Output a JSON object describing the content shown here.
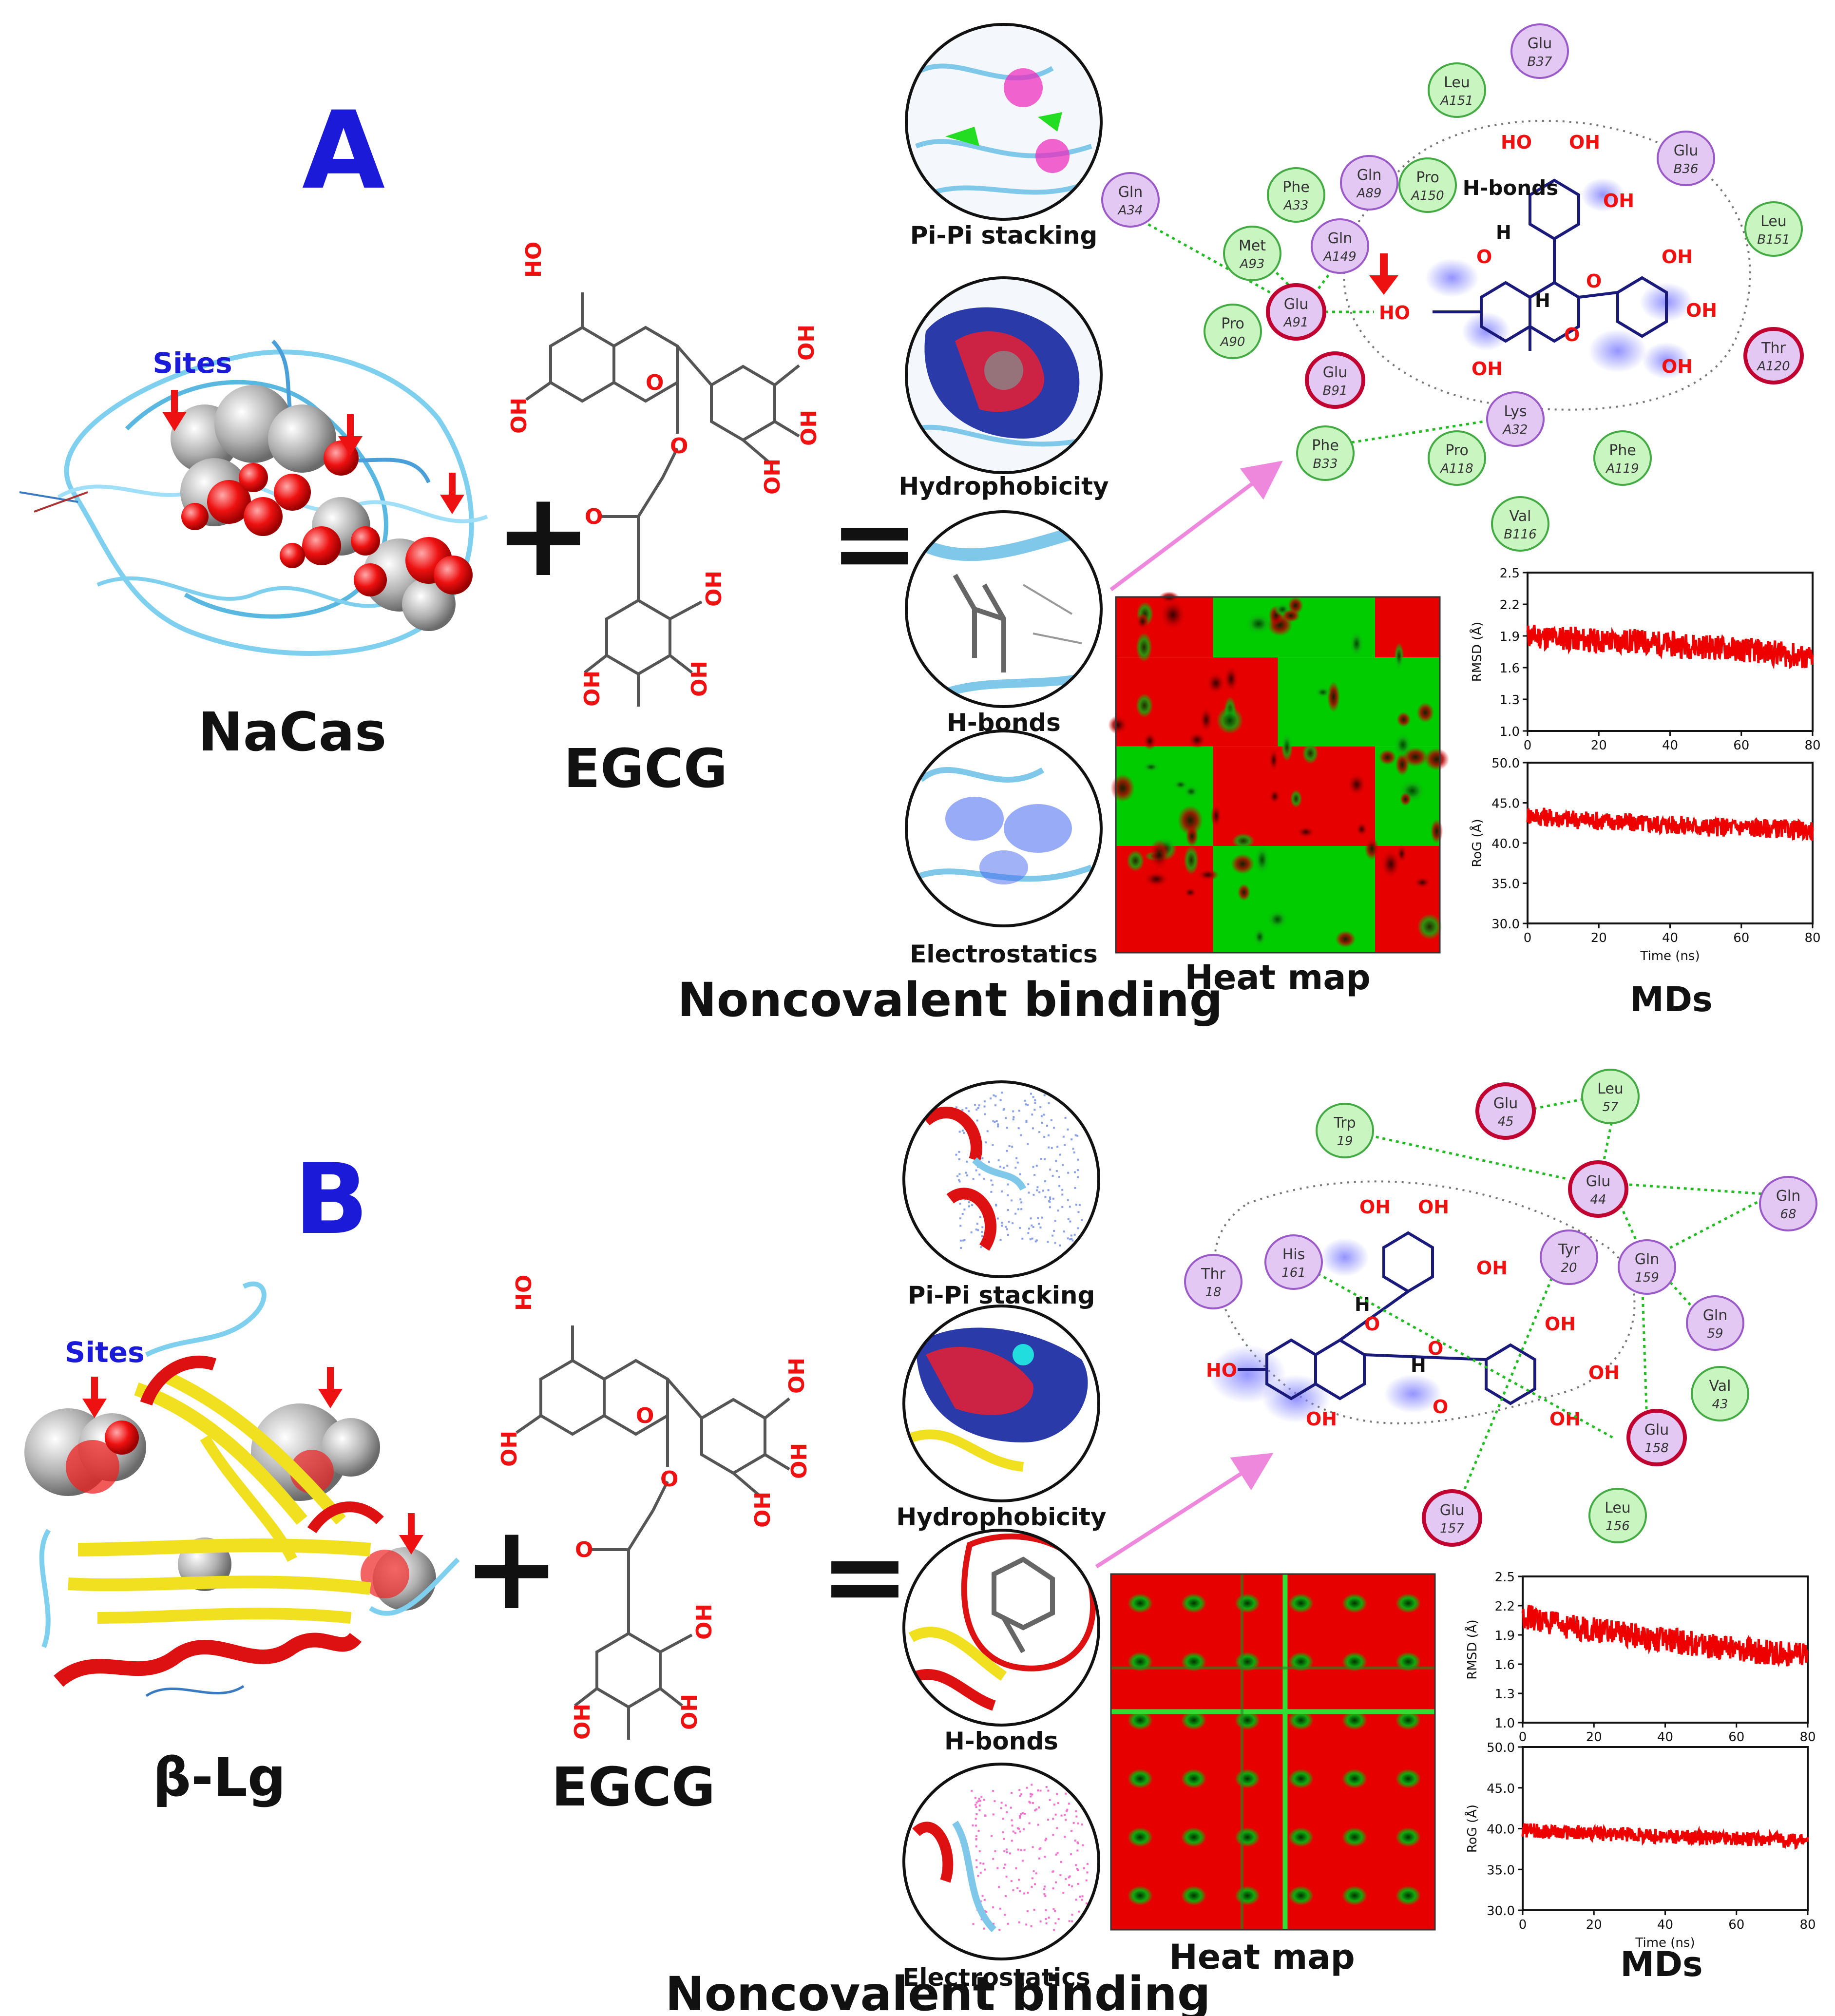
{
  "colors": {
    "panel_letter": "#1a1ad8",
    "sites_label": "#1a1ad8",
    "arrow_red": "#ee1111",
    "heat_red": "#e60000",
    "heat_green": "#00cc00",
    "md_line": "#ee0000",
    "residue_green_fill": "#c8f5c0",
    "residue_green_stroke": "#44aa44",
    "residue_purple_fill": "#e4c8f4",
    "residue_purple_stroke": "#9a5ac8",
    "residue_red_stroke": "#c00030",
    "hbond_dash": "#22bb22",
    "link_arrow": "#ee88dd",
    "oh_red": "#ee1111"
  },
  "panels": [
    {
      "letter": "A",
      "protein_name": "NaCas",
      "sites_label": "Sites",
      "plus": "+",
      "ligand_name": "EGCG",
      "equals": "=",
      "interactions": [
        "Pi-Pi stacking",
        "Hydrophobicity",
        "H-bonds",
        "Electrostatics"
      ],
      "section_title": "Noncovalent binding",
      "heatmap_label": "Heat map",
      "md_label": "MDs",
      "hbond_label": "H-bonds",
      "residues": [
        {
          "name": "Glu",
          "num": "B37",
          "kind": "purple"
        },
        {
          "name": "Leu",
          "num": "A151",
          "kind": "green"
        },
        {
          "name": "Glu",
          "num": "B36",
          "kind": "purple"
        },
        {
          "name": "Gln",
          "num": "A34",
          "kind": "purple"
        },
        {
          "name": "Phe",
          "num": "A33",
          "kind": "green"
        },
        {
          "name": "Gln",
          "num": "A89",
          "kind": "purple"
        },
        {
          "name": "Pro",
          "num": "A150",
          "kind": "green"
        },
        {
          "name": "Leu",
          "num": "B151",
          "kind": "green"
        },
        {
          "name": "Met",
          "num": "A93",
          "kind": "green"
        },
        {
          "name": "Gln",
          "num": "A149",
          "kind": "purple"
        },
        {
          "name": "Glu",
          "num": "A91",
          "kind": "red"
        },
        {
          "name": "Pro",
          "num": "A90",
          "kind": "green"
        },
        {
          "name": "Glu",
          "num": "B91",
          "kind": "red"
        },
        {
          "name": "Thr",
          "num": "A120",
          "kind": "red"
        },
        {
          "name": "Lys",
          "num": "A32",
          "kind": "purple"
        },
        {
          "name": "Phe",
          "num": "B33",
          "kind": "green"
        },
        {
          "name": "Pro",
          "num": "A118",
          "kind": "green"
        },
        {
          "name": "Phe",
          "num": "A119",
          "kind": "green"
        },
        {
          "name": "Val",
          "num": "B116",
          "kind": "green"
        }
      ]
    },
    {
      "letter": "B",
      "protein_name": "β-Lg",
      "sites_label": "Sites",
      "plus": "+",
      "ligand_name": "EGCG",
      "equals": "=",
      "interactions": [
        "Pi-Pi stacking",
        "Hydrophobicity",
        "H-bonds",
        "Electrostatics"
      ],
      "section_title": "Noncovalent binding",
      "heatmap_label": "Heat map",
      "md_label": "MDs",
      "residues": [
        {
          "name": "Leu",
          "num": "57",
          "kind": "green"
        },
        {
          "name": "Glu",
          "num": "45",
          "kind": "red"
        },
        {
          "name": "Trp",
          "num": "19",
          "kind": "green"
        },
        {
          "name": "Glu",
          "num": "44",
          "kind": "red"
        },
        {
          "name": "Gln",
          "num": "68",
          "kind": "purple"
        },
        {
          "name": "Thr",
          "num": "18",
          "kind": "purple"
        },
        {
          "name": "His",
          "num": "161",
          "kind": "purple"
        },
        {
          "name": "Tyr",
          "num": "20",
          "kind": "purple"
        },
        {
          "name": "Gln",
          "num": "159",
          "kind": "purple"
        },
        {
          "name": "Gln",
          "num": "59",
          "kind": "purple"
        },
        {
          "name": "Val",
          "num": "43",
          "kind": "green"
        },
        {
          "name": "Glu",
          "num": "158",
          "kind": "red"
        },
        {
          "name": "Glu",
          "num": "157",
          "kind": "red"
        },
        {
          "name": "Leu",
          "num": "156",
          "kind": "green"
        }
      ]
    }
  ],
  "egcg_labels": {
    "oh": "OH",
    "ho": "HO",
    "o": "O",
    "h": "H"
  },
  "chart_data": [
    {
      "type": "line",
      "panel": "A",
      "ylabel": "RMSD (Å)",
      "xlim": [
        0,
        80
      ],
      "ylim": [
        1.0,
        2.5
      ],
      "yticks": [
        "2.5",
        "2.2",
        "1.9",
        "1.6",
        "1.3",
        "1.0"
      ],
      "xticks": [
        "0",
        "20",
        "40",
        "60",
        "80"
      ],
      "trend": [
        [
          0,
          1.9
        ],
        [
          10,
          1.88
        ],
        [
          20,
          1.85
        ],
        [
          30,
          1.85
        ],
        [
          40,
          1.82
        ],
        [
          50,
          1.8
        ],
        [
          60,
          1.77
        ],
        [
          70,
          1.74
        ],
        [
          80,
          1.68
        ]
      ],
      "noise": 0.12
    },
    {
      "type": "line",
      "panel": "A",
      "ylabel": "RoG (Å)",
      "xlabel": "Time (ns)",
      "xlim": [
        0,
        80
      ],
      "ylim": [
        30.0,
        50.0
      ],
      "yticks": [
        "50.0",
        "45.0",
        "40.0",
        "35.0",
        "30.0"
      ],
      "xticks": [
        "0",
        "20",
        "40",
        "60",
        "80"
      ],
      "trend": [
        [
          0,
          43.5
        ],
        [
          10,
          43.0
        ],
        [
          20,
          42.8
        ],
        [
          30,
          42.5
        ],
        [
          40,
          42.3
        ],
        [
          50,
          42.0
        ],
        [
          60,
          42.0
        ],
        [
          70,
          41.8
        ],
        [
          80,
          41.5
        ]
      ],
      "noise": 1.2
    },
    {
      "type": "line",
      "panel": "B",
      "ylabel": "RMSD (Å)",
      "xlim": [
        0,
        80
      ],
      "ylim": [
        1.0,
        2.5
      ],
      "yticks": [
        "2.5",
        "2.2",
        "1.9",
        "1.6",
        "1.3",
        "1.0"
      ],
      "xticks": [
        "0",
        "20",
        "40",
        "60",
        "80"
      ],
      "trend": [
        [
          0,
          2.1
        ],
        [
          10,
          2.0
        ],
        [
          20,
          1.95
        ],
        [
          30,
          1.9
        ],
        [
          40,
          1.85
        ],
        [
          50,
          1.8
        ],
        [
          60,
          1.75
        ],
        [
          70,
          1.72
        ],
        [
          80,
          1.68
        ]
      ],
      "noise": 0.13
    },
    {
      "type": "line",
      "panel": "B",
      "ylabel": "RoG (Å)",
      "xlabel": "Time (ns)",
      "xlim": [
        0,
        80
      ],
      "ylim": [
        30.0,
        50.0
      ],
      "yticks": [
        "50.0",
        "45.0",
        "40.0",
        "35.0",
        "30.0"
      ],
      "xticks": [
        "0",
        "20",
        "40",
        "60",
        "80"
      ],
      "trend": [
        [
          0,
          39.8
        ],
        [
          10,
          39.6
        ],
        [
          20,
          39.4
        ],
        [
          30,
          39.3
        ],
        [
          40,
          39.0
        ],
        [
          50,
          38.9
        ],
        [
          60,
          38.8
        ],
        [
          70,
          38.6
        ],
        [
          80,
          38.5
        ]
      ],
      "noise": 0.9
    }
  ]
}
